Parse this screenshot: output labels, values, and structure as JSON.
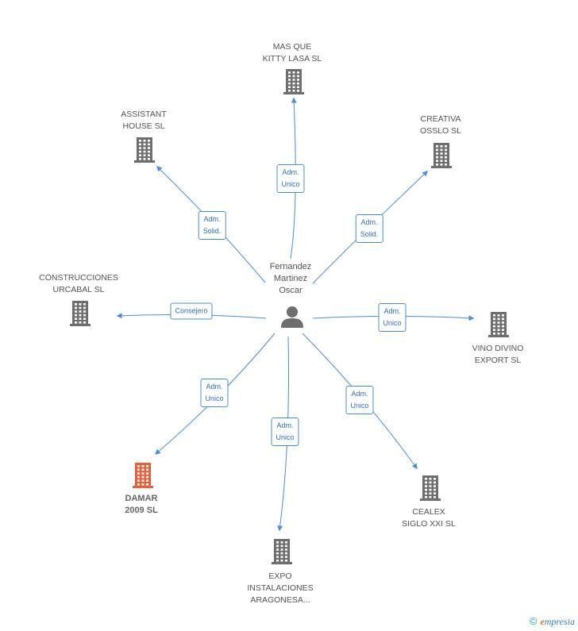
{
  "center": {
    "name_lines": [
      "Fernandez",
      "Martinez",
      "Oscar"
    ],
    "icon": "person-icon"
  },
  "companies": [
    {
      "id": "mas-que-kitty-lasa",
      "lines": [
        "MAS QUE",
        "KITTY LASA SL"
      ],
      "role": [
        "Adm.",
        "Unico"
      ],
      "highlight": false
    },
    {
      "id": "assistant-house",
      "lines": [
        "ASSISTANT",
        "HOUSE SL"
      ],
      "role": [
        "Adm.",
        "Solid."
      ],
      "highlight": false
    },
    {
      "id": "creativa-osslo",
      "lines": [
        "CREATIVA",
        "OSSLO  SL"
      ],
      "role": [
        "Adm.",
        "Solid."
      ],
      "highlight": false
    },
    {
      "id": "construcciones-urcabal",
      "lines": [
        "CONSTRUCCIONES",
        "URCABAL SL"
      ],
      "role": [
        "Consejero"
      ],
      "highlight": false
    },
    {
      "id": "vino-divino-export",
      "lines": [
        "VINO DIVINO",
        "EXPORT SL"
      ],
      "role": [
        "Adm.",
        "Unico"
      ],
      "highlight": false
    },
    {
      "id": "damar-2009",
      "lines": [
        "DAMAR",
        "2009 SL"
      ],
      "role": [
        "Adm.",
        "Unico"
      ],
      "highlight": true
    },
    {
      "id": "expo-instalaciones-aragonesa",
      "lines": [
        "EXPO",
        "INSTALACIONES",
        "ARAGONESA..."
      ],
      "role": [
        "Adm.",
        "Unico"
      ],
      "highlight": false
    },
    {
      "id": "cealex-siglo-xxi",
      "lines": [
        "CEALEX",
        "SIGLO XXI SL"
      ],
      "role": [
        "Adm.",
        "Unico"
      ],
      "highlight": false
    }
  ],
  "colors": {
    "edge": "#4a8fd9",
    "building": "#6e6e6e",
    "building_highlight": "#e8603a",
    "person": "#6e6e6e"
  },
  "footer": {
    "copyright": "©",
    "brand_initial": "e",
    "brand_rest": "mpresia"
  }
}
